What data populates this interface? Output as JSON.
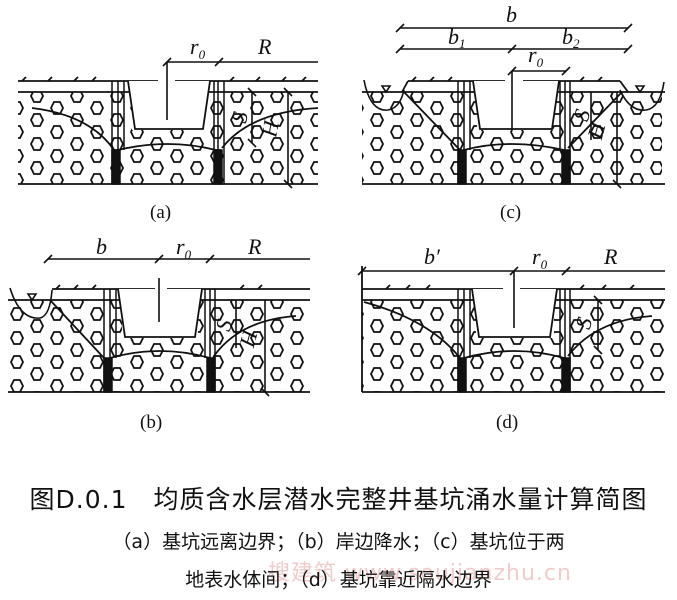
{
  "figure": {
    "panels": [
      {
        "id": "a",
        "caption": "(a)",
        "labels": {
          "r0": "r",
          "r0_sub": "0",
          "R": "R",
          "S": "S",
          "H": "H"
        }
      },
      {
        "id": "c",
        "caption": "(c)",
        "labels": {
          "b": "b",
          "b1": "b",
          "b1_sub": "1",
          "b2": "b",
          "b2_sub": "2",
          "r0": "r",
          "r0_sub": "0",
          "S": "S",
          "H": "H"
        }
      },
      {
        "id": "b",
        "caption": "(b)",
        "labels": {
          "b": "b",
          "r0": "r",
          "r0_sub": "0",
          "R": "R",
          "S": "S",
          "H": "H"
        }
      },
      {
        "id": "d",
        "caption": "(d)",
        "labels": {
          "b_prime": "b′",
          "r0": "r",
          "r0_sub": "0",
          "R": "R",
          "S": "S"
        }
      }
    ]
  },
  "caption": {
    "title": "图D.0.1　均质含水层潜水完整井基坑涌水量计算简图",
    "line1": "（a）基坑远离边界；（b）岸边降水；（c）基坑位于两",
    "line2": "地表水体间；（d）基坑靠近隔水边界"
  },
  "watermark": {
    "text": "搜建筑 www.soujianzhu.cn",
    "color": "#e8a0a0"
  },
  "colors": {
    "ink": "#111111",
    "background": "#ffffff"
  }
}
